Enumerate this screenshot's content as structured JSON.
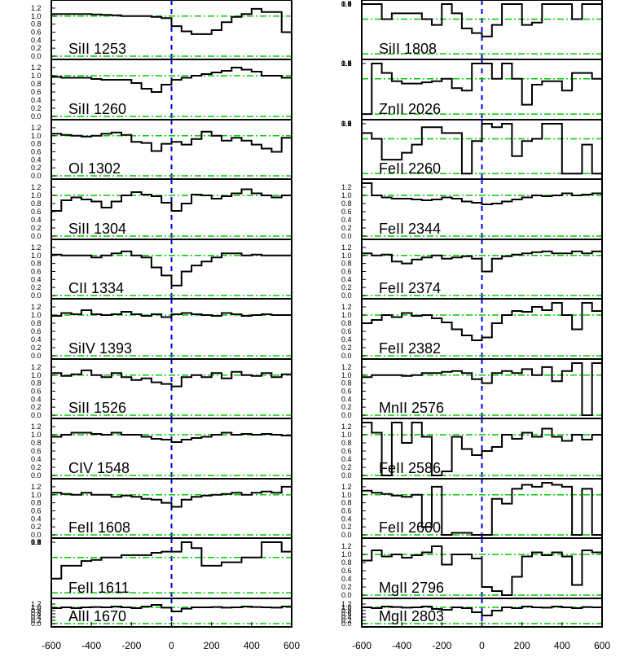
{
  "chart_data": {
    "type": "line",
    "style": "step",
    "xlim": [
      -600,
      600
    ],
    "xticks": [
      "-600",
      "-400",
      "-200",
      "0",
      "200",
      "400",
      "600"
    ],
    "colors": {
      "profile": "#000000",
      "continuum_line": "#00cc00",
      "zero_velocity_line": "#0000dd",
      "frame": "#000000"
    },
    "columns": [
      {
        "panels": [
          {
            "label": "SiII 1253",
            "yticks": [
              "0.0",
              "0.2",
              "0.4",
              "0.6",
              "0.8",
              "1.0",
              "1.2"
            ],
            "ylim": [
              0,
              1.3
            ],
            "continuum": 1.0,
            "zero": 0.0,
            "values": [
              1.05,
              1.05,
              1.05,
              1.05,
              1.04,
              1.03,
              1.02,
              1.0,
              1.0,
              1.0,
              0.98,
              0.95,
              0.75,
              0.62,
              0.55,
              0.55,
              0.65,
              0.85,
              0.98,
              1.05,
              1.18,
              1.1,
              1.1,
              0.6
            ]
          },
          {
            "label": "SiII 1260",
            "yticks": [
              "0.0",
              "0.2",
              "0.4",
              "0.6",
              "0.8",
              "1.0",
              "1.2"
            ],
            "ylim": [
              0,
              1.3
            ],
            "continuum": 1.0,
            "zero": 0.0,
            "values": [
              0.97,
              0.95,
              0.95,
              0.95,
              0.92,
              0.9,
              0.9,
              0.9,
              0.82,
              0.68,
              0.6,
              0.78,
              0.9,
              0.95,
              1.0,
              1.04,
              1.08,
              1.12,
              1.2,
              1.15,
              1.1,
              1.0,
              1.0,
              0.95
            ]
          },
          {
            "label": "OI 1302",
            "yticks": [
              "0.0",
              "0.2",
              "0.4",
              "0.6",
              "0.8",
              "1.0",
              "1.2"
            ],
            "ylim": [
              0,
              1.3
            ],
            "continuum": 1.0,
            "zero": 0.0,
            "values": [
              1.05,
              1.02,
              1.0,
              0.98,
              1.0,
              1.05,
              1.08,
              1.02,
              0.85,
              0.82,
              0.62,
              0.8,
              0.85,
              0.78,
              0.92,
              1.1,
              1.0,
              0.88,
              0.95,
              0.88,
              0.78,
              0.68,
              0.6,
              0.95
            ]
          },
          {
            "label": "SiII 1304",
            "yticks": [
              "0.0",
              "0.2",
              "0.4",
              "0.6",
              "0.8",
              "1.0",
              "1.2"
            ],
            "ylim": [
              0,
              1.3
            ],
            "continuum": 1.0,
            "zero": 0.0,
            "values": [
              0.62,
              0.88,
              0.95,
              0.9,
              0.85,
              0.7,
              0.85,
              1.0,
              1.08,
              1.02,
              0.98,
              0.82,
              0.62,
              0.8,
              1.02,
              1.0,
              0.92,
              0.98,
              1.05,
              1.15,
              1.05,
              1.0,
              0.95,
              1.0
            ]
          },
          {
            "label": "CII 1334",
            "yticks": [
              "0.0",
              "0.2",
              "0.4",
              "0.6",
              "0.8",
              "1.0",
              "1.2"
            ],
            "ylim": [
              0,
              1.3
            ],
            "continuum": 1.0,
            "zero": 0.0,
            "values": [
              1.02,
              1.0,
              1.0,
              1.0,
              0.95,
              1.0,
              1.05,
              1.1,
              1.0,
              0.95,
              0.7,
              0.5,
              0.25,
              0.6,
              0.75,
              0.85,
              0.95,
              1.05,
              1.05,
              1.0,
              1.02,
              1.0,
              1.0,
              1.0
            ]
          },
          {
            "label": "SiIV 1393",
            "yticks": [
              "0.0",
              "0.2",
              "0.4",
              "0.6",
              "0.8",
              "1.0",
              "1.2"
            ],
            "ylim": [
              0,
              1.3
            ],
            "continuum": 1.0,
            "zero": 0.0,
            "values": [
              0.98,
              1.05,
              1.02,
              1.12,
              1.02,
              1.0,
              1.02,
              1.08,
              1.02,
              0.98,
              1.02,
              0.95,
              1.02,
              1.05,
              1.02,
              1.0,
              0.98,
              1.05,
              1.02,
              0.98,
              1.0,
              1.02,
              1.0,
              1.0
            ]
          },
          {
            "label": "SiII 1526",
            "yticks": [
              "0.0",
              "0.2",
              "0.4",
              "0.6",
              "0.8",
              "1.0",
              "1.2"
            ],
            "ylim": [
              0,
              1.3
            ],
            "continuum": 1.0,
            "zero": 0.0,
            "values": [
              1.05,
              0.98,
              1.02,
              1.12,
              1.0,
              0.95,
              1.05,
              0.95,
              0.88,
              0.92,
              0.82,
              0.78,
              0.72,
              0.95,
              1.0,
              0.95,
              1.05,
              0.92,
              1.08,
              1.0,
              0.98,
              1.05,
              0.95,
              1.02
            ]
          },
          {
            "label": "CIV 1548",
            "yticks": [
              "0.0",
              "0.2",
              "0.4",
              "0.6",
              "0.8",
              "1.0",
              "1.2"
            ],
            "ylim": [
              0,
              1.3
            ],
            "continuum": 1.0,
            "zero": 0.0,
            "values": [
              0.95,
              1.0,
              1.05,
              1.05,
              1.02,
              1.0,
              1.05,
              1.0,
              1.0,
              0.95,
              0.9,
              0.88,
              0.82,
              0.88,
              0.92,
              0.95,
              1.0,
              1.05,
              1.0,
              1.02,
              1.0,
              1.02,
              1.0,
              0.98
            ]
          },
          {
            "label": "FeII 1608",
            "yticks": [
              "0.0",
              "0.2",
              "0.4",
              "0.6",
              "0.8",
              "1.0",
              "1.2"
            ],
            "ylim": [
              0,
              1.3
            ],
            "continuum": 1.0,
            "zero": 0.0,
            "values": [
              1.05,
              1.02,
              1.0,
              1.05,
              1.0,
              1.0,
              0.95,
              0.98,
              0.95,
              0.9,
              0.88,
              0.8,
              0.7,
              0.88,
              0.95,
              0.98,
              1.0,
              1.02,
              1.05,
              1.0,
              1.05,
              1.08,
              1.05,
              1.2
            ]
          },
          {
            "label": "FeII 1611",
            "yticks": [
              "0.7",
              "0.8",
              "0.9",
              "1.0",
              "1.1"
            ],
            "ylim": [
              0.68,
              1.13
            ],
            "continuum": 1.0,
            "zero": 0.7,
            "values": [
              0.82,
              0.93,
              0.93,
              0.97,
              0.98,
              1.0,
              1.0,
              1.02,
              1.02,
              1.02,
              1.04,
              1.05,
              1.05,
              1.13,
              1.08,
              0.93,
              0.93,
              0.96,
              0.96,
              1.0,
              1.0,
              1.13,
              1.13,
              1.05
            ]
          },
          {
            "label": "AlII 1670",
            "yticks": [
              "0.0",
              "0.2",
              "0.4",
              "0.6",
              "0.8",
              "1.0",
              "1.2"
            ],
            "ylim": [
              0,
              1.3
            ],
            "continuum": 1.0,
            "zero": 0.0,
            "values": [
              0.95,
              1.0,
              0.95,
              1.0,
              1.02,
              1.0,
              1.05,
              1.0,
              0.95,
              1.05,
              1.15,
              0.98,
              0.75,
              0.92,
              1.0,
              1.0,
              1.02,
              0.98,
              1.0,
              1.05,
              1.02,
              1.0,
              0.98,
              1.05
            ]
          }
        ]
      },
      {
        "panels": [
          {
            "label": "SiII 1808",
            "yticks": [
              "0.7",
              "0.8",
              "0.9",
              "1.0",
              "1.1"
            ],
            "ylim": [
              0.68,
              1.13
            ],
            "continuum": 1.0,
            "zero": 0.7,
            "values": [
              1.13,
              1.13,
              1.0,
              1.05,
              1.05,
              1.05,
              1.0,
              0.95,
              1.13,
              1.05,
              0.92,
              0.88,
              0.85,
              0.95,
              1.13,
              1.13,
              0.95,
              0.97,
              1.13,
              1.13,
              1.13,
              1.0,
              1.13,
              1.13
            ]
          },
          {
            "label": "ZnII 2026",
            "yticks": [
              "0.7",
              "0.8",
              "0.9",
              "1.0",
              "1.1"
            ],
            "ylim": [
              0.68,
              1.13
            ],
            "continuum": 1.0,
            "zero": 0.7,
            "values": [
              0.7,
              1.13,
              1.05,
              0.98,
              0.96,
              0.96,
              0.97,
              0.98,
              1.0,
              0.92,
              0.9,
              1.13,
              1.13,
              1.0,
              1.13,
              1.0,
              0.78,
              0.95,
              0.98,
              0.98,
              0.9,
              1.05,
              1.05,
              1.0
            ]
          },
          {
            "label": "FeII 2260",
            "yticks": [
              "0.7",
              "0.8",
              "0.9",
              "1.0",
              "1.1"
            ],
            "ylim": [
              0.68,
              1.13
            ],
            "continuum": 1.0,
            "zero": 0.7,
            "values": [
              1.05,
              1.0,
              0.82,
              0.82,
              0.88,
              0.95,
              1.1,
              1.1,
              1.05,
              1.05,
              0.7,
              0.98,
              1.13,
              1.1,
              1.13,
              0.85,
              0.98,
              1.0,
              1.13,
              1.13,
              0.7,
              0.7,
              0.95,
              0.7
            ]
          },
          {
            "label": "FeII 2344",
            "yticks": [
              "0.0",
              "0.2",
              "0.4",
              "0.6",
              "0.8",
              "1.0",
              "1.2"
            ],
            "ylim": [
              0,
              1.3
            ],
            "continuum": 1.0,
            "zero": 0.0,
            "values": [
              1.3,
              1.0,
              0.95,
              0.92,
              0.92,
              0.9,
              0.88,
              0.9,
              0.95,
              0.92,
              0.85,
              0.82,
              0.78,
              0.8,
              0.85,
              0.9,
              0.95,
              1.0,
              0.98,
              1.0,
              1.05,
              1.0,
              1.02,
              1.05
            ]
          },
          {
            "label": "FeII 2374",
            "yticks": [
              "0.0",
              "0.2",
              "0.4",
              "0.6",
              "0.8",
              "1.0",
              "1.2"
            ],
            "ylim": [
              0,
              1.3
            ],
            "continuum": 1.0,
            "zero": 0.0,
            "values": [
              1.05,
              1.0,
              1.02,
              0.85,
              0.8,
              0.9,
              0.95,
              1.0,
              0.92,
              0.95,
              0.98,
              0.92,
              0.6,
              0.92,
              0.98,
              1.02,
              1.05,
              1.08,
              1.1,
              1.05,
              1.05,
              1.1,
              1.05,
              1.1
            ]
          },
          {
            "label": "FeII 2382",
            "yticks": [
              "0.0",
              "0.2",
              "0.4",
              "0.6",
              "0.8",
              "1.0",
              "1.2"
            ],
            "ylim": [
              0,
              1.3
            ],
            "continuum": 1.0,
            "zero": 0.0,
            "values": [
              0.8,
              0.88,
              1.0,
              0.95,
              1.05,
              0.98,
              1.0,
              0.92,
              0.82,
              0.65,
              0.5,
              0.38,
              0.45,
              0.8,
              1.0,
              1.1,
              1.08,
              1.2,
              1.12,
              1.3,
              1.0,
              0.65,
              1.3,
              1.1
            ]
          },
          {
            "label": "MnII 2576",
            "yticks": [
              "0.0",
              "0.2",
              "0.4",
              "0.6",
              "0.8",
              "1.0",
              "1.2"
            ],
            "ylim": [
              0,
              1.3
            ],
            "continuum": 1.0,
            "zero": 0.0,
            "values": [
              0.95,
              1.0,
              1.0,
              1.0,
              0.98,
              1.0,
              1.05,
              1.05,
              1.08,
              1.1,
              1.05,
              0.9,
              0.8,
              1.05,
              1.1,
              1.05,
              1.15,
              1.0,
              1.2,
              0.85,
              1.1,
              1.3,
              0.0,
              1.3
            ]
          },
          {
            "label": "FeII 2586",
            "yticks": [
              "0.0",
              "0.2",
              "0.4",
              "0.6",
              "0.8",
              "1.0",
              "1.2"
            ],
            "ylim": [
              0,
              1.3
            ],
            "continuum": 1.0,
            "zero": 0.0,
            "values": [
              1.3,
              1.05,
              0.0,
              1.3,
              0.8,
              1.3,
              0.95,
              0.0,
              0.1,
              0.95,
              0.65,
              0.5,
              0.6,
              0.7,
              1.0,
              0.9,
              1.05,
              0.95,
              1.15,
              0.95,
              0.85,
              1.0,
              0.88,
              1.0
            ]
          },
          {
            "label": "FeII 2600",
            "yticks": [
              "0.0",
              "0.2",
              "0.4",
              "0.6",
              "0.8",
              "1.0",
              "1.2"
            ],
            "ylim": [
              0,
              1.3
            ],
            "continuum": 1.0,
            "zero": 0.0,
            "values": [
              1.1,
              1.05,
              1.02,
              0.98,
              0.95,
              1.0,
              0.2,
              1.2,
              0.0,
              0.05,
              0.05,
              0.0,
              0.0,
              0.9,
              0.78,
              1.15,
              1.25,
              1.2,
              1.3,
              1.25,
              1.2,
              0.0,
              1.15,
              0.0
            ]
          },
          {
            "label": "MgII 2796",
            "yticks": [
              "0.0",
              "0.2",
              "0.4",
              "0.6",
              "0.8",
              "1.0",
              "1.2"
            ],
            "ylim": [
              0,
              1.3
            ],
            "continuum": 1.0,
            "zero": 0.0,
            "values": [
              0.85,
              1.1,
              0.95,
              1.0,
              0.92,
              0.98,
              1.05,
              1.2,
              0.75,
              1.0,
              1.0,
              0.9,
              0.2,
              0.1,
              0.0,
              0.45,
              0.95,
              1.05,
              0.98,
              1.05,
              0.95,
              0.25,
              1.1,
              1.05
            ]
          },
          {
            "label": "MgII 2803",
            "yticks": [
              "0.0",
              "0.2",
              "0.4",
              "0.6",
              "0.8",
              "1.0",
              "1.2"
            ],
            "ylim": [
              0,
              1.3
            ],
            "continuum": 1.0,
            "zero": 0.0,
            "values": [
              1.0,
              0.95,
              1.05,
              1.02,
              0.98,
              1.0,
              1.05,
              0.9,
              0.85,
              1.0,
              0.95,
              0.7,
              0.5,
              0.8,
              1.0,
              0.95,
              1.05,
              1.0,
              0.98,
              1.05,
              1.0,
              0.95,
              1.02,
              1.0
            ]
          }
        ]
      }
    ]
  }
}
